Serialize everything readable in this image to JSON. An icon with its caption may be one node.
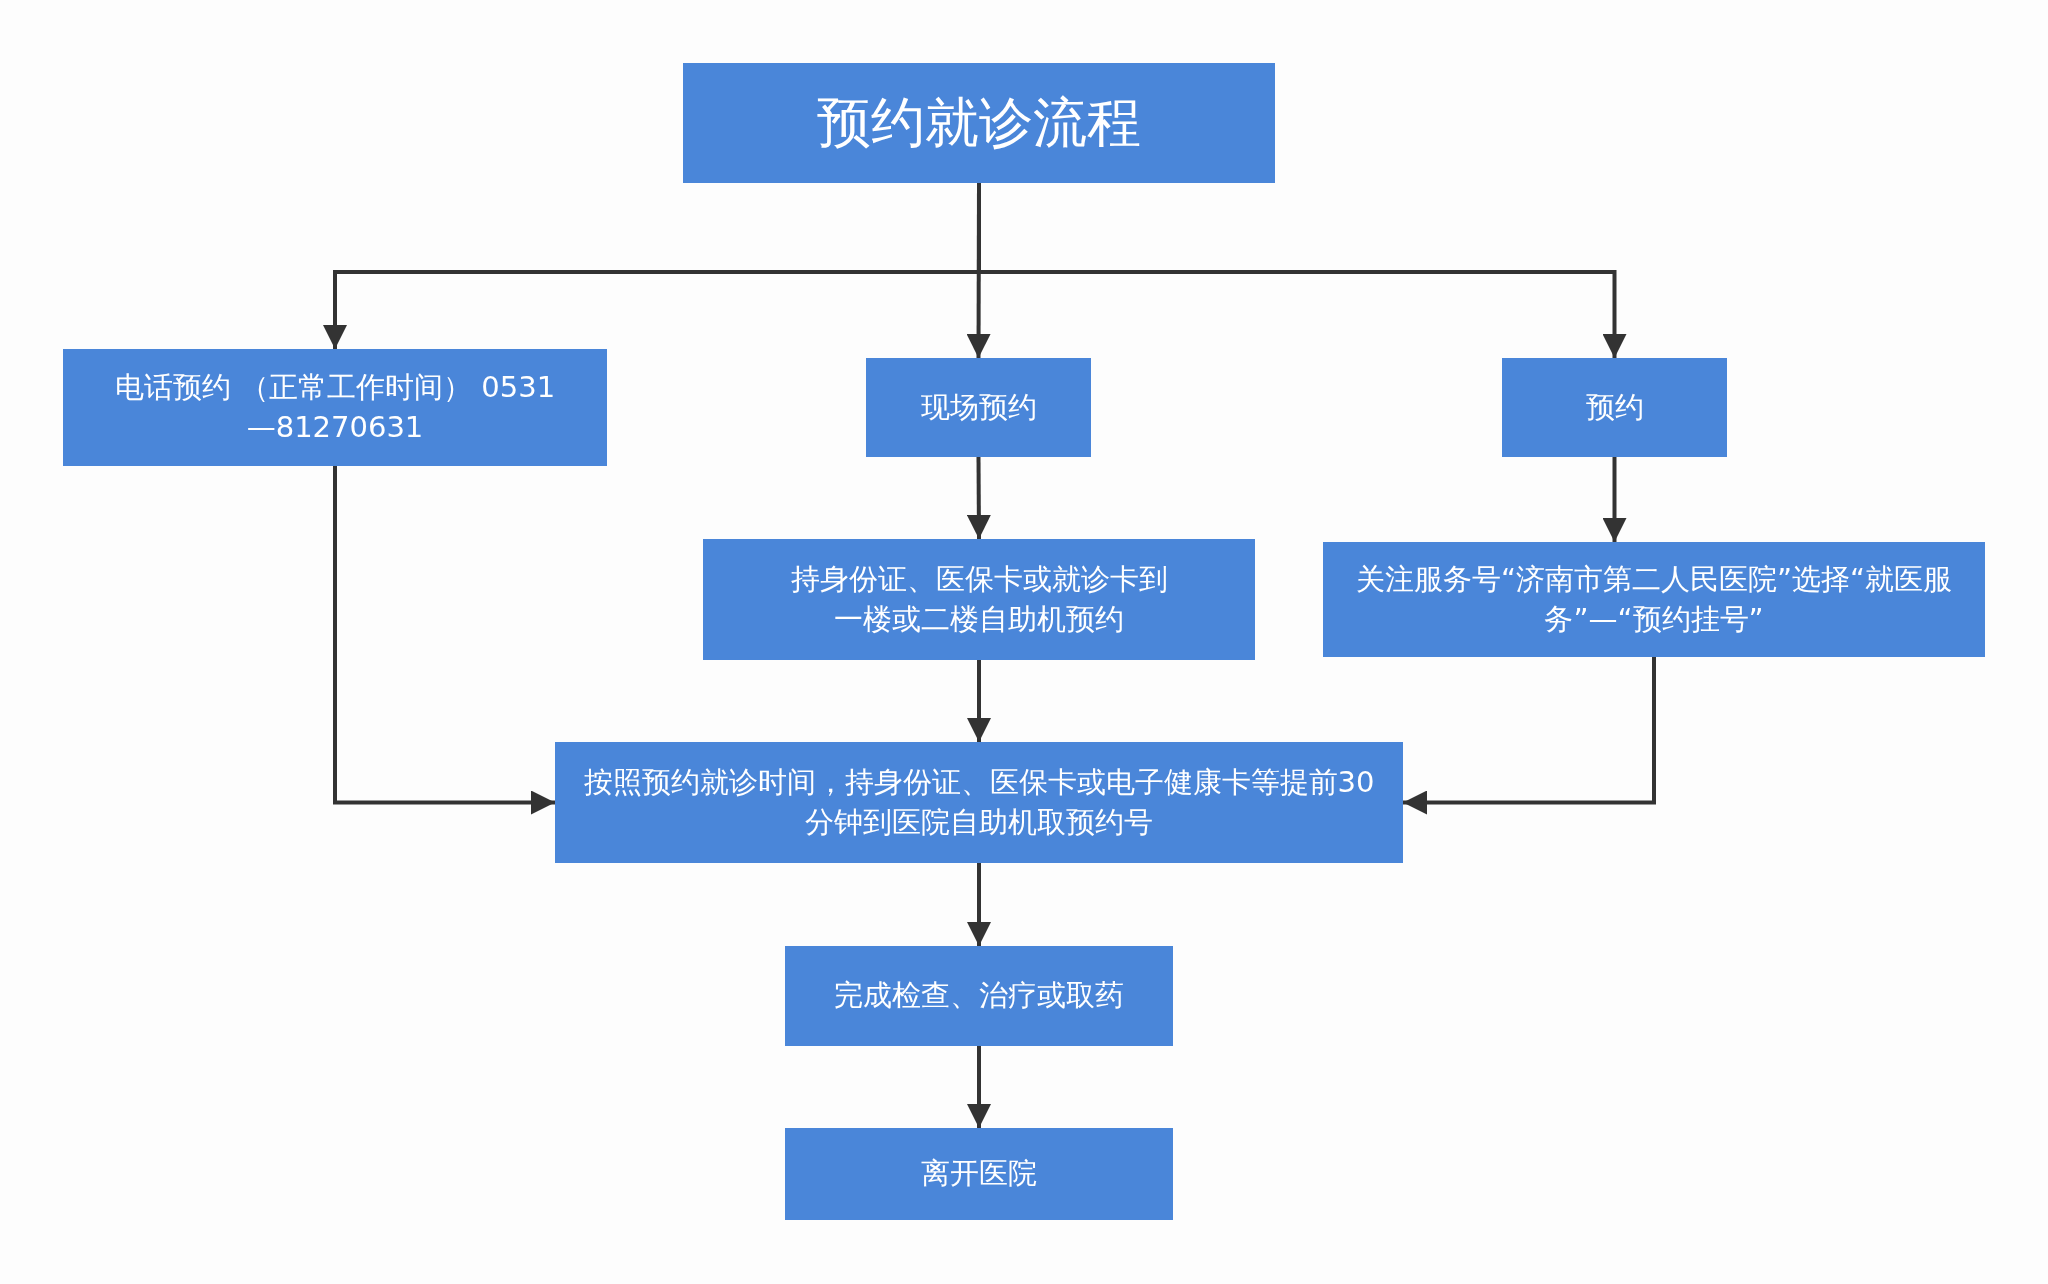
{
  "diagram": {
    "nodes": [
      {
        "text": [
          "预约就诊流程"
        ]
      },
      {
        "text": [
          "电话预约 （正常工作时间） 0531—81270631"
        ]
      },
      {
        "text": [
          "现场预约"
        ]
      },
      {
        "text": [
          "预约"
        ]
      },
      {
        "text": [
          "持身份证、医保卡或就诊卡到一楼或二楼自助机预约"
        ]
      },
      {
        "text": [
          "关注服务号“济南市第二人民医院”选择“就医服务”—“预约挂号”"
        ]
      },
      {
        "text": [
          "按照预约就诊时间，持身份证、医保卡或电子健康卡等提前30分钟到医院自助机取预约号"
        ]
      },
      {
        "text": [
          "完成检查、治疗或取药"
        ]
      },
      {
        "text": [
          "离开医院"
        ]
      }
    ],
    "edges": [
      {
        "from": 0,
        "to": 1,
        "arrow": "to"
      },
      {
        "from": 0,
        "to": 2,
        "arrow": "to"
      },
      {
        "from": 0,
        "to": 3,
        "arrow": "to"
      },
      {
        "from": 2,
        "to": 4,
        "arrow": "to"
      },
      {
        "from": 3,
        "to": 5,
        "arrow": "to"
      },
      {
        "from": 1,
        "to": 6,
        "arrow": "to"
      },
      {
        "from": 4,
        "to": 6,
        "arrow": "to"
      },
      {
        "from": 5,
        "to": 6,
        "arrow": "to"
      },
      {
        "from": 6,
        "to": 7,
        "arrow": "to"
      },
      {
        "from": 7,
        "to": 8,
        "arrow": "to"
      }
    ]
  }
}
